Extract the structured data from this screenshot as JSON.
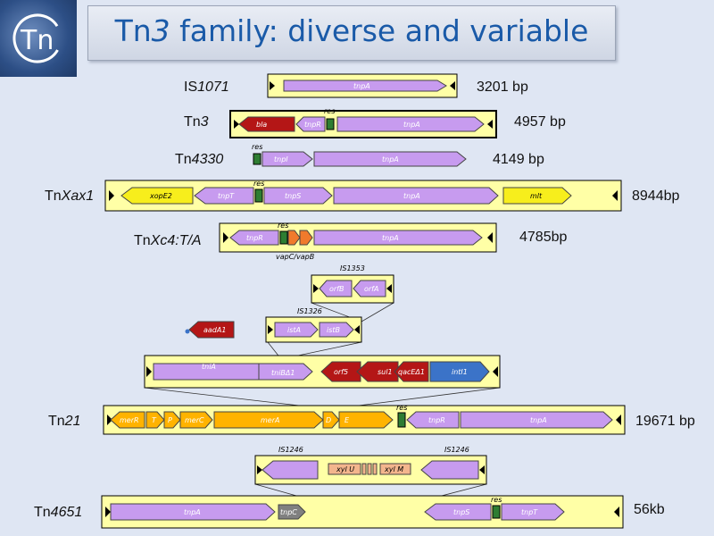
{
  "title": {
    "prefix": "Tn",
    "italic": "3",
    "rest": " family: diverse and variable"
  },
  "logo_text": "Tn",
  "colors": {
    "tnp": "#c79bef",
    "bla": "#b41616",
    "mob": "#f07a2c",
    "xop": "#f7ee1c",
    "mer": "#ffb300",
    "intI": "#3b73c8",
    "res": "#2e7d32",
    "box": "#ffffa6",
    "grey": "#808080",
    "salmon": "#f3b58d"
  },
  "elements": [
    {
      "prefix": "IS",
      "italic": "1071",
      "size": "3201 bp"
    },
    {
      "prefix": "Tn",
      "italic": "3",
      "size": "4957 bp"
    },
    {
      "prefix": "Tn",
      "italic": "4330",
      "size": "4149 bp"
    },
    {
      "prefix": "Tn",
      "italic": "Xax1",
      "size": "8944bp"
    },
    {
      "prefix": "Tn",
      "italic": "Xc4:T/A",
      "size": "4785bp"
    },
    {
      "prefix": "Tn",
      "italic": "21",
      "size": "19671 bp"
    },
    {
      "prefix": "Tn",
      "italic": "4651",
      "size": "56kb"
    }
  ],
  "genes": {
    "is1071": [
      "tnpA"
    ],
    "tn3": [
      "bla",
      "tnpR",
      "tnpA"
    ],
    "tn4330": [
      "tnpI",
      "tnpA"
    ],
    "tnxax1": [
      "xopE2",
      "tnpT",
      "tnpS",
      "tnpA",
      "mlt"
    ],
    "tnxc4": [
      "tnpR",
      "tnpA"
    ],
    "is1353": [
      "orfB",
      "orfA"
    ],
    "is1326": [
      "istA",
      "istB"
    ],
    "aada1": "aadA1",
    "insert": [
      "tniA",
      "tniBΔ1",
      "orf5",
      "sul1",
      "qacEΔ1",
      "intI1"
    ],
    "tn21": [
      "merR",
      "T",
      "P",
      "merC",
      "merA",
      "D",
      "E",
      "tnpR",
      "tnpA"
    ],
    "is1246_genes": [
      "xyl U",
      "xyl M"
    ],
    "tn4651": [
      "tnpA",
      "tnpC",
      "tnpS",
      "tnpT"
    ]
  },
  "labels": {
    "res": "res",
    "vapcb": "vapC/vapB",
    "is1353": "IS1353",
    "is1326": "IS1326",
    "is1246": "IS1246"
  }
}
